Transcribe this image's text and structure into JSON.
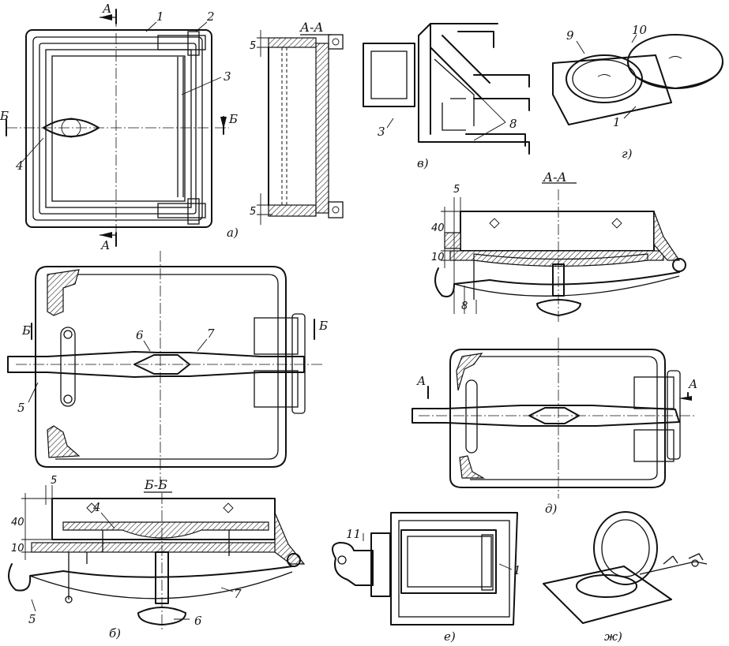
{
  "panels": {
    "a": "а)",
    "b": "б)",
    "v": "в)",
    "g": "г)",
    "d": "д)",
    "e": "е)",
    "zh": "ж)"
  },
  "sections": {
    "aa_top": "А-А",
    "aa_right": "А-А",
    "bb": "Б-Б"
  },
  "cut_marks": {
    "A": "А",
    "B": "Б"
  },
  "part_numbers": [
    "1",
    "2",
    "3",
    "4",
    "5",
    "6",
    "7",
    "8",
    "9",
    "10",
    "11"
  ],
  "dimensions": {
    "d5": "5",
    "d8": "8",
    "d10": "10",
    "d40": "40"
  }
}
